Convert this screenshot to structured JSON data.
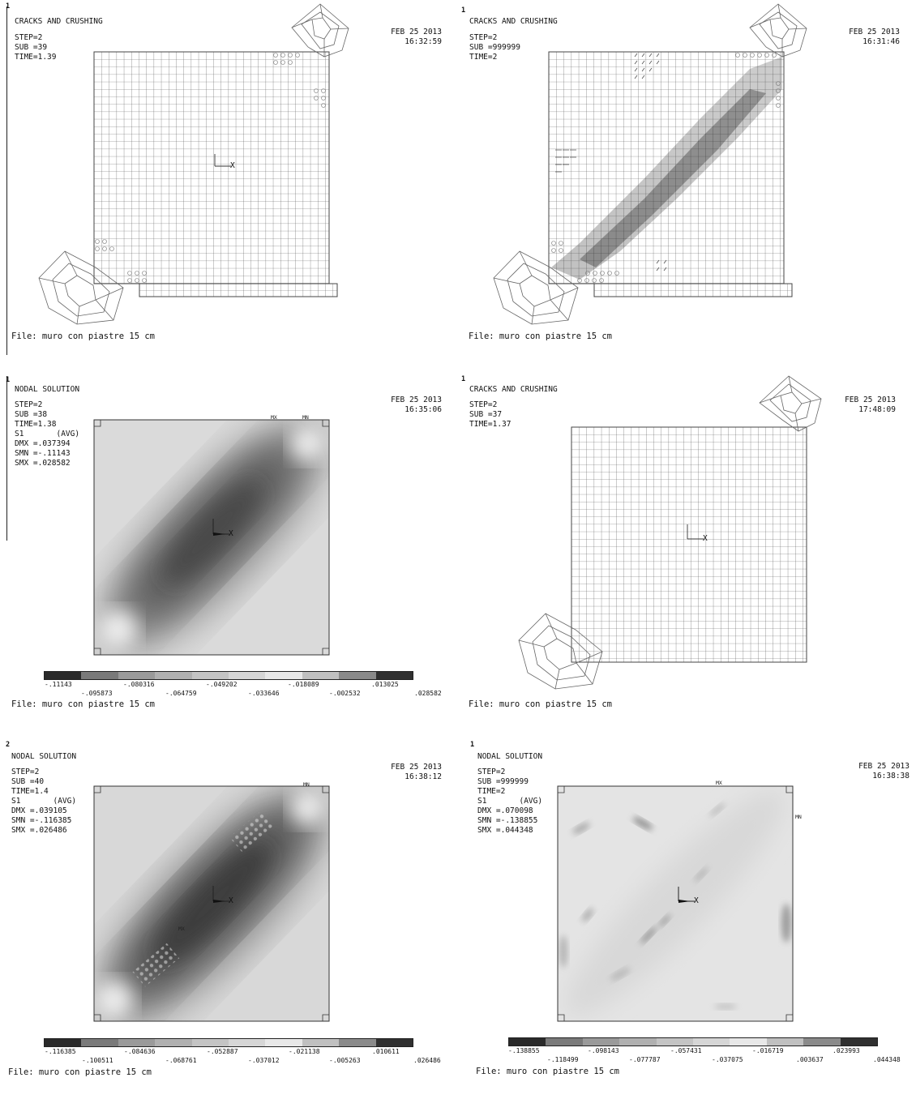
{
  "panels": [
    {
      "number": "1",
      "title": "CRACKS AND CRUSHING",
      "info": [
        "STEP=2",
        "SUB =39",
        "TIME=1.39"
      ],
      "date": "FEB 25 2013",
      "time": "16:32:59",
      "file": "File: muro con piastre 15 cm"
    },
    {
      "number": "1",
      "title": "CRACKS AND CRUSHING",
      "info": [
        "STEP=2",
        "SUB =999999",
        "TIME=2"
      ],
      "date": "FEB 25 2013",
      "time": "16:31:46",
      "file": "File: muro con piastre 15 cm"
    },
    {
      "number": "1",
      "title": "NODAL SOLUTION",
      "info": [
        "STEP=2",
        "SUB =38",
        "TIME=1.38",
        "S1       (AVG)",
        "DMX =.037394",
        "SMN =-.11143",
        "SMX =.028582"
      ],
      "date": "FEB 25 2013",
      "time": "16:35:06",
      "file": "File: muro con piastre 15 cm",
      "markers": [
        "MX",
        "MN"
      ],
      "legend_top": [
        "-.11143",
        "-.080316",
        "-.049202",
        "-.018089",
        ".013025"
      ],
      "legend_bottom": [
        "-.095873",
        "-.064759",
        "-.033646",
        "-.002532",
        ".028582"
      ]
    },
    {
      "number": "1",
      "title": "CRACKS AND CRUSHING",
      "info": [
        "STEP=2",
        "SUB =37",
        "TIME=1.37"
      ],
      "date": "FEB 25 2013",
      "time": "17:48:09",
      "file": "File: muro con piastre 15 cm"
    },
    {
      "number": "2",
      "title": "NODAL SOLUTION",
      "info": [
        "STEP=2",
        "SUB =40",
        "TIME=1.4",
        "S1       (AVG)",
        "DMX =.039105",
        "SMN =-.116385",
        "SMX =.026486"
      ],
      "date": "FEB 25 2013",
      "time": "16:38:12",
      "file": "File: muro con piastre 15 cm",
      "markers": [
        "MN",
        "MX"
      ],
      "legend_top": [
        "-.116385",
        "-.084636",
        "-.052887",
        "-.021138",
        ".010611"
      ],
      "legend_bottom": [
        "-.100511",
        "-.068761",
        "-.037012",
        "-.005263",
        ".026486"
      ]
    },
    {
      "number": "1",
      "title": "NODAL SOLUTION",
      "info": [
        "STEP=2",
        "SUB =999999",
        "TIME=2",
        "S1       (AVG)",
        "DMX =.070098",
        "SMN =-.138855",
        "SMX =.044348"
      ],
      "date": "FEB 25 2013",
      "time": "16:38:38",
      "file": "File: muro con piastre 15 cm",
      "markers": [
        "MX",
        "MN"
      ],
      "legend_top": [
        "-.138855",
        "-.098143",
        "-.057431",
        "-.016719",
        ".023993"
      ],
      "legend_bottom": [
        "-.118499",
        "-.077787",
        "-.037075",
        ".003637",
        ".044348"
      ]
    }
  ],
  "axis_label": "X",
  "legend_colors": [
    "#2a2a2a",
    "#7a7a7a",
    "#9a9a9a",
    "#b0b0b0",
    "#c4c4c4",
    "#d6d6d6",
    "#e8e8e8",
    "#c0c0c0",
    "#8a8a8a",
    "#303030"
  ]
}
